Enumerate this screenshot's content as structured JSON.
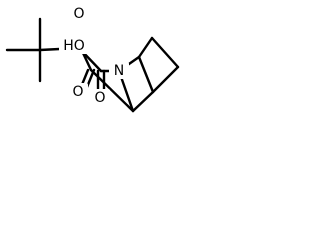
{
  "structure": {
    "atoms": {
      "ester_oxygen": "O",
      "hydroxyl": "HO",
      "nitrogen": "N",
      "carbonyl_oxygen_left": "O",
      "carbonyl_oxygen_right": "O"
    },
    "colors": {
      "bond": "#000000",
      "label": "#000000",
      "background": "#ffffff"
    }
  }
}
